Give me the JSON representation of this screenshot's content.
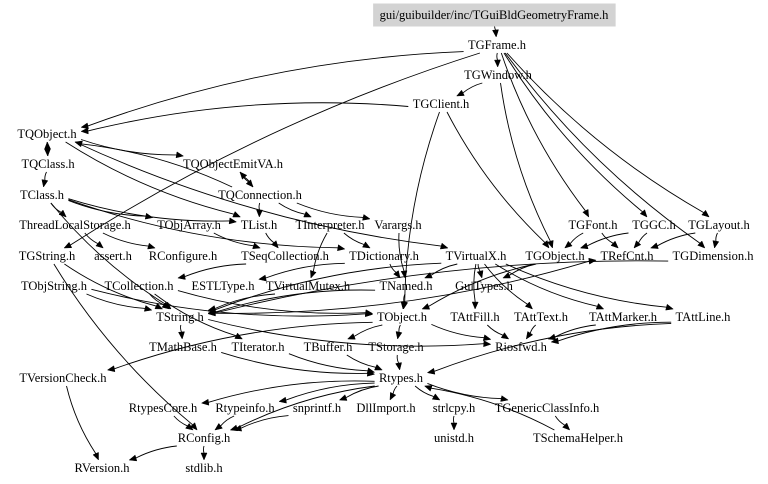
{
  "diagram": {
    "type": "include-dependency-graph",
    "root": "gui/guibuilder/inc/TGuiBldGeometryFrame.h",
    "colors": {
      "root_fill": "#d3d3d3",
      "edge": "#000000",
      "text": "#000000",
      "background": "#ffffff"
    },
    "nodes": [
      {
        "id": "root",
        "label": "gui/guibuilder/inc/TGuiBldGeometryFrame.h",
        "root": true
      },
      {
        "id": "TGFrame",
        "label": "TGFrame.h"
      },
      {
        "id": "TGWindow",
        "label": "TGWindow.h"
      },
      {
        "id": "TGClient",
        "label": "TGClient.h"
      },
      {
        "id": "TQObject",
        "label": "TQObject.h"
      },
      {
        "id": "TQClass",
        "label": "TQClass.h"
      },
      {
        "id": "TQObjectEmitVA",
        "label": "TQObjectEmitVA.h"
      },
      {
        "id": "TClass",
        "label": "TClass.h"
      },
      {
        "id": "TQConnection",
        "label": "TQConnection.h"
      },
      {
        "id": "ThreadLocalStorage",
        "label": "ThreadLocalStorage.h"
      },
      {
        "id": "TObjArray",
        "label": "TObjArray.h"
      },
      {
        "id": "TList",
        "label": "TList.h"
      },
      {
        "id": "TInterpreter",
        "label": "TInterpreter.h"
      },
      {
        "id": "Varargs",
        "label": "Varargs.h"
      },
      {
        "id": "TGFont",
        "label": "TGFont.h"
      },
      {
        "id": "TGGC",
        "label": "TGGC.h"
      },
      {
        "id": "TGLayout",
        "label": "TGLayout.h"
      },
      {
        "id": "TGString",
        "label": "TGString.h"
      },
      {
        "id": "assert",
        "label": "assert.h"
      },
      {
        "id": "RConfigure",
        "label": "RConfigure.h"
      },
      {
        "id": "TSeqCollection",
        "label": "TSeqCollection.h"
      },
      {
        "id": "TDictionary",
        "label": "TDictionary.h"
      },
      {
        "id": "TVirtualX",
        "label": "TVirtualX.h"
      },
      {
        "id": "TGObject",
        "label": "TGObject.h"
      },
      {
        "id": "TRefCnt",
        "label": "TRefCnt.h"
      },
      {
        "id": "TGDimension",
        "label": "TGDimension.h"
      },
      {
        "id": "TObjString",
        "label": "TObjString.h"
      },
      {
        "id": "TCollection",
        "label": "TCollection.h"
      },
      {
        "id": "ESTLType",
        "label": "ESTLType.h"
      },
      {
        "id": "TVirtualMutex",
        "label": "TVirtualMutex.h"
      },
      {
        "id": "TNamed",
        "label": "TNamed.h"
      },
      {
        "id": "GuiTypes",
        "label": "GuiTypes.h"
      },
      {
        "id": "TString",
        "label": "TString.h"
      },
      {
        "id": "TObject",
        "label": "TObject.h"
      },
      {
        "id": "TAttFill",
        "label": "TAttFill.h"
      },
      {
        "id": "TAttText",
        "label": "TAttText.h"
      },
      {
        "id": "TAttMarker",
        "label": "TAttMarker.h"
      },
      {
        "id": "TAttLine",
        "label": "TAttLine.h"
      },
      {
        "id": "TMathBase",
        "label": "TMathBase.h"
      },
      {
        "id": "TIterator",
        "label": "TIterator.h"
      },
      {
        "id": "TBuffer",
        "label": "TBuffer.h"
      },
      {
        "id": "TStorage",
        "label": "TStorage.h"
      },
      {
        "id": "Riosfwd",
        "label": "Riosfwd.h"
      },
      {
        "id": "TVersionCheck",
        "label": "TVersionCheck.h"
      },
      {
        "id": "Rtypes",
        "label": "Rtypes.h"
      },
      {
        "id": "RtypesCore",
        "label": "RtypesCore.h"
      },
      {
        "id": "Rtypeinfo",
        "label": "Rtypeinfo.h"
      },
      {
        "id": "snprintf",
        "label": "snprintf.h"
      },
      {
        "id": "DllImport",
        "label": "DllImport.h"
      },
      {
        "id": "strlcpy",
        "label": "strlcpy.h"
      },
      {
        "id": "TGenericClassInfo",
        "label": "TGenericClassInfo.h"
      },
      {
        "id": "RConfig",
        "label": "RConfig.h"
      },
      {
        "id": "unistd",
        "label": "unistd.h"
      },
      {
        "id": "TSchemaHelper",
        "label": "TSchemaHelper.h"
      },
      {
        "id": "RVersion",
        "label": "RVersion.h"
      },
      {
        "id": "stdlib",
        "label": "stdlib.h"
      }
    ],
    "edges": [
      [
        "root",
        "TGFrame"
      ],
      [
        "TGFrame",
        "TGWindow"
      ],
      [
        "TGFrame",
        "TQObject"
      ],
      [
        "TGFrame",
        "TGDimension"
      ],
      [
        "TGFrame",
        "TGGC"
      ],
      [
        "TGFrame",
        "TGFont"
      ],
      [
        "TGFrame",
        "TGLayout"
      ],
      [
        "TGFrame",
        "TGString"
      ],
      [
        "TGWindow",
        "TGClient"
      ],
      [
        "TGWindow",
        "TGObject"
      ],
      [
        "TGClient",
        "TQObject"
      ],
      [
        "TGClient",
        "TGObject"
      ],
      [
        "TGClient",
        "TObject"
      ],
      [
        "TQObject",
        "TQClass"
      ],
      [
        "TQObject",
        "TQObjectEmitVA"
      ],
      [
        "TQObject",
        "TList"
      ],
      [
        "TQObject",
        "TVirtualX"
      ],
      [
        "TQClass",
        "TQObject"
      ],
      [
        "TQClass",
        "TClass"
      ],
      [
        "TQObjectEmitVA",
        "TQConnection"
      ],
      [
        "TQConnection",
        "TQObjectEmitVA"
      ],
      [
        "TQConnection",
        "TQObject"
      ],
      [
        "TQConnection",
        "TList"
      ],
      [
        "TQConnection",
        "TInterpreter"
      ],
      [
        "TQConnection",
        "Varargs"
      ],
      [
        "TClass",
        "ThreadLocalStorage"
      ],
      [
        "TClass",
        "TObjArray"
      ],
      [
        "TClass",
        "TList"
      ],
      [
        "TClass",
        "TDictionary"
      ],
      [
        "TClass",
        "TString"
      ],
      [
        "ThreadLocalStorage",
        "assert"
      ],
      [
        "ThreadLocalStorage",
        "RConfigure"
      ],
      [
        "TObjArray",
        "TSeqCollection"
      ],
      [
        "TList",
        "TSeqCollection"
      ],
      [
        "TInterpreter",
        "TDictionary"
      ],
      [
        "TInterpreter",
        "TVirtualMutex"
      ],
      [
        "Varargs",
        "TNamed"
      ],
      [
        "TGGC",
        "TGObject"
      ],
      [
        "TGGC",
        "TRefCnt"
      ],
      [
        "TGFont",
        "TGObject"
      ],
      [
        "TGFont",
        "TRefCnt"
      ],
      [
        "TGLayout",
        "TGDimension"
      ],
      [
        "TGLayout",
        "TRefCnt"
      ],
      [
        "TGString",
        "TString"
      ],
      [
        "TGString",
        "RConfig"
      ],
      [
        "TSeqCollection",
        "TCollection"
      ],
      [
        "TDictionary",
        "TNamed"
      ],
      [
        "TDictionary",
        "ESTLType"
      ],
      [
        "TVirtualX",
        "GuiTypes"
      ],
      [
        "TVirtualX",
        "TNamed"
      ],
      [
        "TVirtualX",
        "TAttFill"
      ],
      [
        "TVirtualX",
        "TAttText"
      ],
      [
        "TVirtualX",
        "TAttLine"
      ],
      [
        "TVirtualX",
        "TAttMarker"
      ],
      [
        "TVirtualX",
        "TString"
      ],
      [
        "TGObject",
        "TObject"
      ],
      [
        "TGObject",
        "GuiTypes"
      ],
      [
        "TGDimension",
        "TString"
      ],
      [
        "TObjString",
        "TString"
      ],
      [
        "TObjString",
        "TObject"
      ],
      [
        "TCollection",
        "TObject"
      ],
      [
        "TCollection",
        "TIterator"
      ],
      [
        "TCollection",
        "TString"
      ],
      [
        "TVirtualMutex",
        "TString"
      ],
      [
        "TNamed",
        "TObject"
      ],
      [
        "TNamed",
        "TString"
      ],
      [
        "TString",
        "TMathBase"
      ],
      [
        "TString",
        "TRefCnt"
      ],
      [
        "TString",
        "Riosfwd"
      ],
      [
        "TObject",
        "TStorage"
      ],
      [
        "TObject",
        "TVersionCheck"
      ],
      [
        "TObject",
        "Riosfwd"
      ],
      [
        "TObject",
        "TBuffer"
      ],
      [
        "TAttFill",
        "Riosfwd"
      ],
      [
        "TAttText",
        "Riosfwd"
      ],
      [
        "TAttMarker",
        "Riosfwd"
      ],
      [
        "TAttLine",
        "Riosfwd"
      ],
      [
        "TAttLine",
        "Rtypes"
      ],
      [
        "TMathBase",
        "Rtypes"
      ],
      [
        "TIterator",
        "Rtypes"
      ],
      [
        "TBuffer",
        "Rtypes"
      ],
      [
        "TStorage",
        "Rtypes"
      ],
      [
        "TVersionCheck",
        "RVersion"
      ],
      [
        "Rtypes",
        "RtypesCore"
      ],
      [
        "Rtypes",
        "Rtypeinfo"
      ],
      [
        "Rtypes",
        "snprintf"
      ],
      [
        "Rtypes",
        "DllImport"
      ],
      [
        "Rtypes",
        "strlcpy"
      ],
      [
        "Rtypes",
        "TGenericClassInfo"
      ],
      [
        "Rtypes",
        "RConfig"
      ],
      [
        "RtypesCore",
        "RConfig"
      ],
      [
        "Rtypeinfo",
        "RConfig"
      ],
      [
        "snprintf",
        "RConfig"
      ],
      [
        "strlcpy",
        "unistd"
      ],
      [
        "TGenericClassInfo",
        "TSchemaHelper"
      ],
      [
        "TSchemaHelper",
        "Rtypes"
      ],
      [
        "RConfig",
        "RVersion"
      ],
      [
        "RConfig",
        "stdlib"
      ]
    ]
  }
}
